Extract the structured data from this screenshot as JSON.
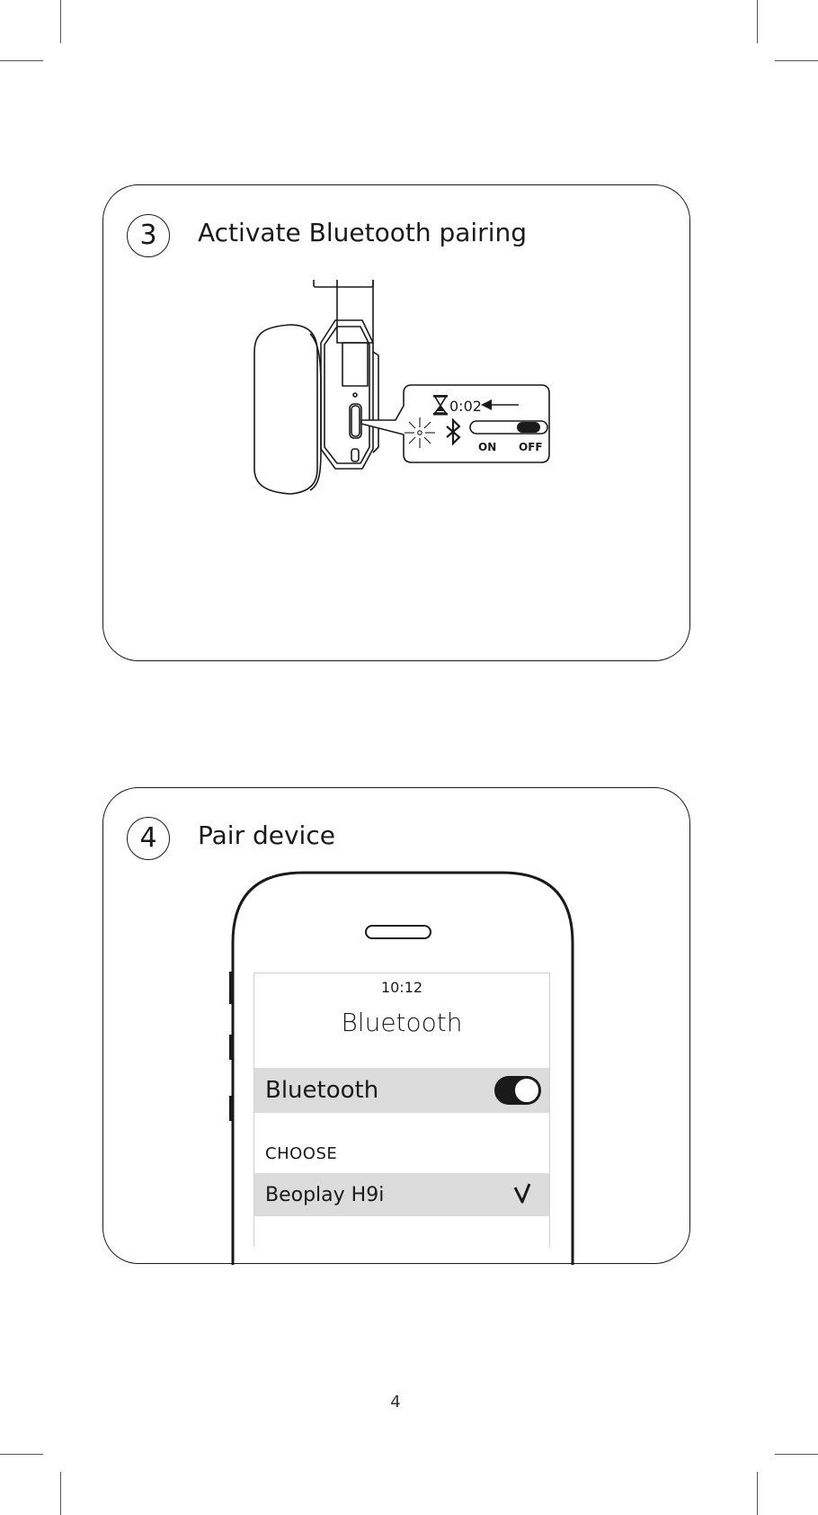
{
  "steps": [
    {
      "number": "3",
      "title": "Activate Bluetooth pairing",
      "callout": {
        "timer": "0:02",
        "switch_on_label": "ON",
        "switch_off_label": "OFF",
        "icons": [
          "hourglass-icon",
          "arrow-left-icon",
          "light-blink-icon",
          "bluetooth-icon"
        ]
      }
    },
    {
      "number": "4",
      "title": "Pair device",
      "phone": {
        "time": "10:12",
        "screen_title": "Bluetooth",
        "bluetooth_row_label": "Bluetooth",
        "bluetooth_enabled": true,
        "section_header": "CHOOSE",
        "device_name": "Beoplay H9i",
        "device_selected": true
      }
    }
  ],
  "page_number": "4"
}
